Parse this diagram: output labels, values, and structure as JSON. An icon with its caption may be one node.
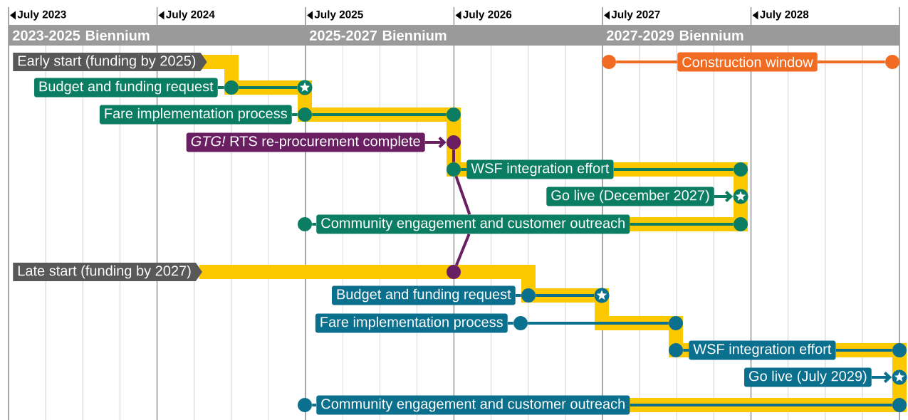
{
  "diagram": {
    "nodes": [
      {
        "text": [
          "2023-2025 Biennium"
        ]
      },
      {
        "text": [
          "2025-2027 Biennium"
        ]
      },
      {
        "text": [
          "2027-2029 Biennium"
        ]
      },
      {
        "text": [
          "Early start (funding by 2025)"
        ]
      },
      {
        "text": [
          "Construction window"
        ]
      },
      {
        "text": [],
        "shape": "circle"
      },
      {
        "text": [],
        "shape": "circle"
      },
      {
        "text": [
          "Budget and funding request"
        ]
      },
      {
        "text": [],
        "shape": "circle"
      },
      {
        "text": [],
        "shape": "star"
      },
      {
        "text": [
          "Fare implementation process"
        ]
      },
      {
        "text": [],
        "shape": "circle"
      },
      {
        "text": [],
        "shape": "circle"
      },
      {
        "text": [
          "*GTG!* RTS re-procurement complete"
        ]
      },
      {
        "text": [],
        "shape": "circle"
      },
      {
        "text": [],
        "shape": "circle"
      },
      {
        "text": [
          "WSF integration effort"
        ]
      },
      {
        "text": [],
        "shape": "circle"
      },
      {
        "text": [
          "Go live (December 2027)"
        ]
      },
      {
        "text": [],
        "shape": "star"
      },
      {
        "text": [],
        "shape": "circle"
      },
      {
        "text": [
          "Community engagement and customer outreach"
        ]
      },
      {
        "text": [],
        "shape": "circle"
      },
      {
        "text": [
          "Late start (funding by 2027)"
        ]
      },
      {
        "text": [],
        "shape": "circle"
      },
      {
        "text": [
          "Budget and funding request"
        ]
      },
      {
        "text": [],
        "shape": "circle"
      },
      {
        "text": [],
        "shape": "star"
      },
      {
        "text": [
          "Fare implementation process"
        ]
      },
      {
        "text": [],
        "shape": "circle"
      },
      {
        "text": [],
        "shape": "circle"
      },
      {
        "text": [],
        "shape": "circle"
      },
      {
        "text": [
          "WSF integration effort"
        ]
      },
      {
        "text": [],
        "shape": "circle"
      },
      {
        "text": [
          "Go live (July 2029)"
        ]
      },
      {
        "text": [],
        "shape": "star"
      },
      {
        "text": [],
        "shape": "circle"
      },
      {
        "text": [
          "Community engagement and customer outreach"
        ]
      },
      {
        "text": [],
        "shape": "circle"
      }
    ],
    "edges": [
      {
        "from": 5,
        "to": 4,
        "arrow": "none",
        "color": "#f26b22"
      },
      {
        "from": 4,
        "to": 6,
        "arrow": "none",
        "color": "#f26b22"
      },
      {
        "from": 7,
        "to": 8,
        "arrow": "none"
      },
      {
        "from": 8,
        "to": 9,
        "arrow": "none"
      },
      {
        "from": 10,
        "to": 11,
        "arrow": "none"
      },
      {
        "from": 11,
        "to": 12,
        "arrow": "none"
      },
      {
        "from": 13,
        "to": 14,
        "arrow": "to",
        "color": "#6a1f63"
      },
      {
        "from": 14,
        "to": 15,
        "arrow": "none",
        "color": "#6a1f63"
      },
      {
        "from": 15,
        "to": 21,
        "arrow": "none",
        "color": "#6a1f63"
      },
      {
        "from": 21,
        "to": 24,
        "arrow": "none",
        "color": "#6a1f63"
      },
      {
        "from": 15,
        "to": 16,
        "arrow": "none"
      },
      {
        "from": 16,
        "to": 17,
        "arrow": "none"
      },
      {
        "from": 18,
        "to": 19,
        "arrow": "to"
      },
      {
        "from": 20,
        "to": 21,
        "arrow": "none"
      },
      {
        "from": 21,
        "to": 22,
        "arrow": "none"
      },
      {
        "from": 25,
        "to": 26,
        "arrow": "none",
        "color": "#0b6f8e"
      },
      {
        "from": 26,
        "to": 27,
        "arrow": "none",
        "color": "#0b6f8e"
      },
      {
        "from": 28,
        "to": 29,
        "arrow": "none",
        "color": "#0b6f8e"
      },
      {
        "from": 29,
        "to": 30,
        "arrow": "none",
        "color": "#0b6f8e"
      },
      {
        "from": 31,
        "to": 32,
        "arrow": "none",
        "color": "#0b6f8e"
      },
      {
        "from": 32,
        "to": 33,
        "arrow": "none",
        "color": "#0b6f8e"
      },
      {
        "from": 34,
        "to": 35,
        "arrow": "to",
        "color": "#0b6f8e"
      },
      {
        "from": 36,
        "to": 37,
        "arrow": "none",
        "color": "#0b6f8e"
      },
      {
        "from": 37,
        "to": 38,
        "arrow": "none",
        "color": "#0b6f8e"
      }
    ],
    "labels": [
      "July 2023",
      "July 2024",
      "July 2025",
      "July 2026",
      "July 2027",
      "July 2028"
    ]
  }
}
